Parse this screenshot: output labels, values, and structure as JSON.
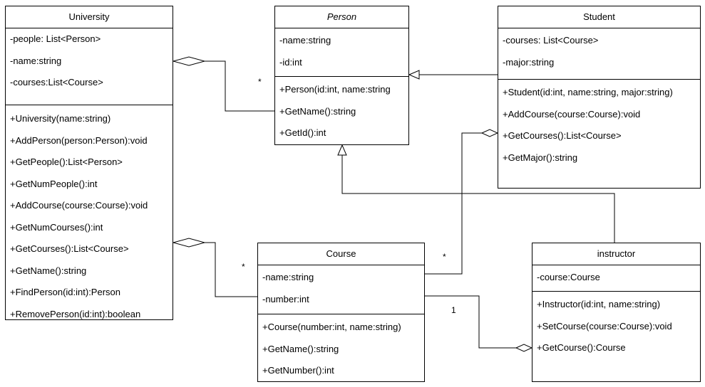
{
  "classes": {
    "university": {
      "name": "University",
      "attributes": [
        "-people: List<Person>",
        "-name:string",
        "-courses:List<Course>"
      ],
      "methods": [
        "+University(name:string)",
        "+AddPerson(person:Person):void",
        "+GetPeople():List<Person>",
        "+GetNumPeople():int",
        "+AddCourse(course:Course):void",
        "+GetNumCourses():int",
        "+GetCourses():List<Course>",
        "+GetName():string",
        "+FindPerson(id:int):Person",
        "+RemovePerson(id:int):boolean"
      ]
    },
    "person": {
      "name": "Person",
      "attributes": [
        "-name:string",
        "-id:int"
      ],
      "methods": [
        "+Person(id:int, name:string",
        "+GetName():string",
        "+GetId():int"
      ]
    },
    "student": {
      "name": "Student",
      "attributes": [
        "-courses: List<Course>",
        "-major:string"
      ],
      "methods": [
        "+Student(id:int, name:string, major:string)",
        "+AddCourse(course:Course):void",
        "+GetCourses():List<Course>",
        "+GetMajor():string"
      ]
    },
    "course": {
      "name": "Course",
      "attributes": [
        "-name:string",
        "-number:int"
      ],
      "methods": [
        "+Course(number:int, name:string)",
        "+GetName():string",
        "+GetNumber():int"
      ]
    },
    "instructor": {
      "name": "instructor",
      "attributes": [
        "-course:Course"
      ],
      "methods": [
        "+Instructor(id:int, name:string)",
        "+SetCourse(course:Course):void",
        "+GetCourse():Course"
      ]
    }
  },
  "multiplicities": {
    "university_person": "*",
    "university_course": "*",
    "student_course": "*",
    "instructor_course": "1"
  }
}
